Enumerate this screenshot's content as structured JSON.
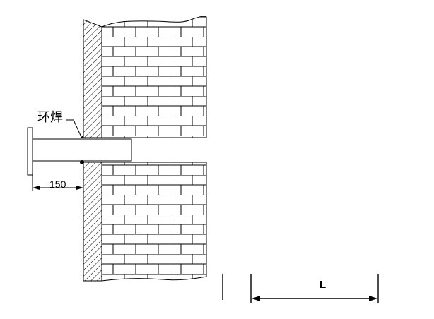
{
  "labels": {
    "weld": "环焊",
    "dim_150": "150",
    "dim_L": "L"
  },
  "colors": {
    "line": "#000000",
    "background": "#ffffff"
  }
}
